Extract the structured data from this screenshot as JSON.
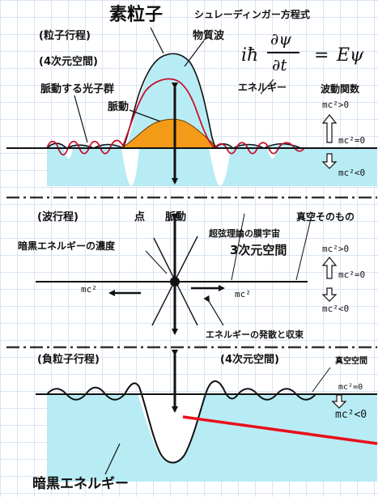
{
  "panel1": {
    "title": "素粒子",
    "label_process": "(粒子行程)",
    "label_space": "(4次元空間)",
    "label_schrodinger": "シュレーディンガー方程式",
    "label_matter_wave": "物質波",
    "label_photon_group": "脈動する光子群",
    "label_pulsation": "脈動",
    "label_energy": "エネルギー",
    "label_wave_function": "波動関数",
    "mc_pos": "mc²>0",
    "mc_zero": "mc²=0",
    "mc_neg": "mc²<0",
    "equation": {
      "lhs_coef": "iħ",
      "num": "∂ψ",
      "den": "∂t",
      "eq": "=",
      "rhs": "Eψ"
    }
  },
  "panel2": {
    "label_wave_process": "(波行程)",
    "label_point": "点",
    "label_pulsation": "脈動",
    "label_vacuum": "真空そのもの",
    "label_dark_density": "暗黒エネルギーの濃度",
    "label_superstring": "超弦理論の膜宇宙",
    "label_3d": "3次元空間",
    "mc_pos": "mc²>0",
    "mc_zero": "mc²=0",
    "mc_neg": "mc²<0",
    "mc_left": "mc²",
    "mc_right": "mc²",
    "label_divergence": "エネルギーの発散と収束"
  },
  "panel3": {
    "label_antiparticle": "(負粒子行程)",
    "label_space": "(4次元空間)",
    "label_vacuum_space": "真空空間",
    "mc_zero": "mc²=0",
    "mc_neg": "mc²<0",
    "label_dark_energy": "暗黒エネルギー"
  },
  "colors": {
    "grid": "#d9e4f2",
    "cyan_fill": "#b8ecf5",
    "orange_fill": "#f39a18",
    "red_wave": "#c8102e",
    "divider": "#333333",
    "red_line": "#e8101a"
  }
}
